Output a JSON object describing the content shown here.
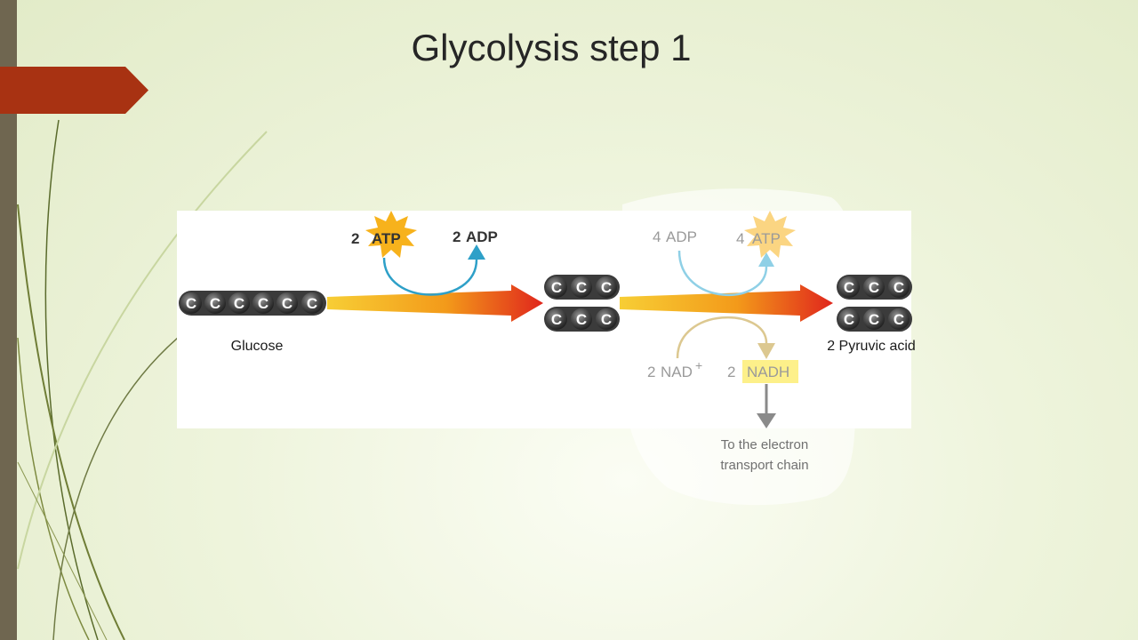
{
  "slide": {
    "title": "Glycolysis step 1"
  },
  "diagram": {
    "left_input": {
      "count": "2",
      "molecule": "ATP"
    },
    "left_output": {
      "count": "2",
      "molecule": "ADP"
    },
    "right_input": {
      "count": "4",
      "molecule": "ADP"
    },
    "right_output": {
      "count": "4",
      "molecule": "ATP"
    },
    "nad_input": {
      "count": "2",
      "molecule": "NAD",
      "charge": "+"
    },
    "nadh_output": {
      "count": "2",
      "molecule": "NADH"
    },
    "carbon_symbol": "C",
    "glucose_label": "Glucose",
    "pyruvate_label": "2 Pyruvic acid",
    "transport_note": "To the electron transport chain"
  },
  "colors": {
    "banner": "#a83212",
    "atp_star": "#f7b21c",
    "adp_arrow": "#2ea0c8",
    "nad_arrow": "#dcc890",
    "nadh_highlight": "#fdf08a",
    "main_arrow_end": "#e0261c"
  }
}
